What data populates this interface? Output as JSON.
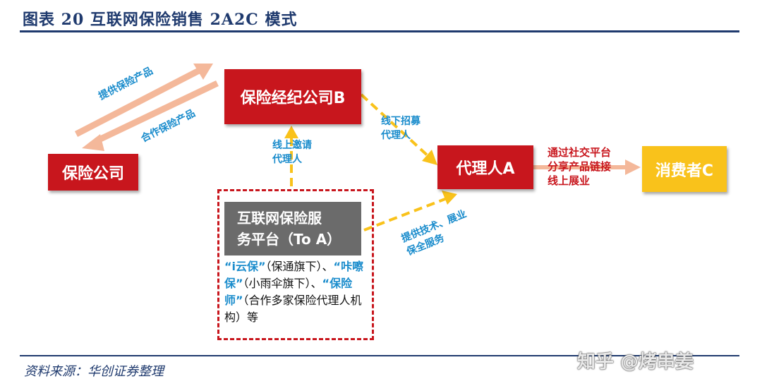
{
  "header": {
    "title": "图表 20  互联网保险销售 2A2C 模式"
  },
  "nodes": {
    "broker": "保险经纪公司B",
    "insurer": "保险公司",
    "agent": "代理人A",
    "consumer": "消费者C",
    "platform_line1": "互联网保险服",
    "platform_line2": "务平台（To A）"
  },
  "examples": {
    "q1": "“i云保”",
    "t1": "（保通旗下）、",
    "q2": "“咔嚓保”",
    "t2": "（小雨伞旗下）、",
    "q3": "“保险师”",
    "t3": "（合作多家保险代理人机构）等"
  },
  "edges": {
    "provide_products": "提供保险产品",
    "cooperate_products": "合作保险产品",
    "online_invite_1": "线上邀请",
    "online_invite_2": "代理人",
    "offline_recruit_1": "线下招募",
    "offline_recruit_2": "代理人",
    "social_1": "通过社交平台",
    "social_2": "分享产品链接",
    "social_3": "线上展业",
    "tech_1": "提供技术、展业",
    "tech_2": "保全服务"
  },
  "footer": {
    "source": "资料来源：华创证券整理",
    "watermark": "知乎 @烤串姜"
  },
  "colors": {
    "red": "#c8161d",
    "yellow": "#f9c21b",
    "gray": "#6b6b6b",
    "navy": "#1f3a6e",
    "blue_text": "#1a8ccc",
    "salmon_arrow": "#f4b89a"
  }
}
